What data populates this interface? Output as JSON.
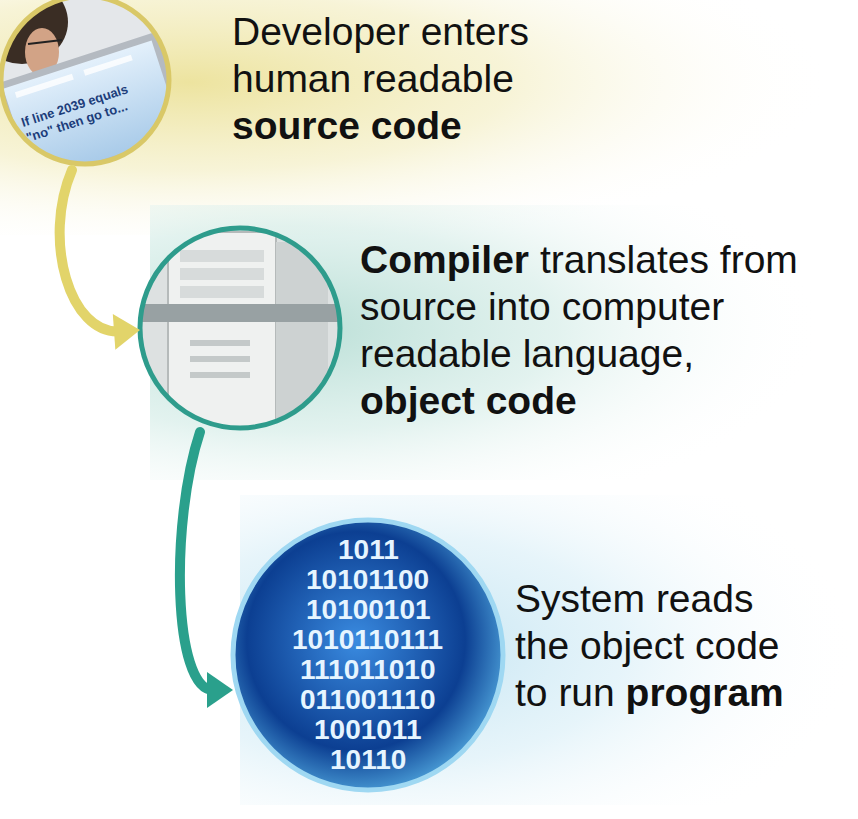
{
  "diagram": {
    "nodes": [
      {
        "text": [
          "Developer enters human readable source code"
        ]
      },
      {
        "text": [
          "Compiler translates from source into computer readable language, object code"
        ]
      },
      {
        "text": [
          "System reads the object code to run program"
        ]
      }
    ],
    "edges": [
      {
        "from": 0,
        "to": 1,
        "arrow": "to"
      },
      {
        "from": 1,
        "to": 2,
        "arrow": "to"
      }
    ],
    "labels": [
      "If line 2039 equals \"no\" then go to...",
      "1011",
      "10101100",
      "10100101",
      "1010110111",
      "111011010",
      "011001110",
      "1001011",
      "10110"
    ]
  }
}
